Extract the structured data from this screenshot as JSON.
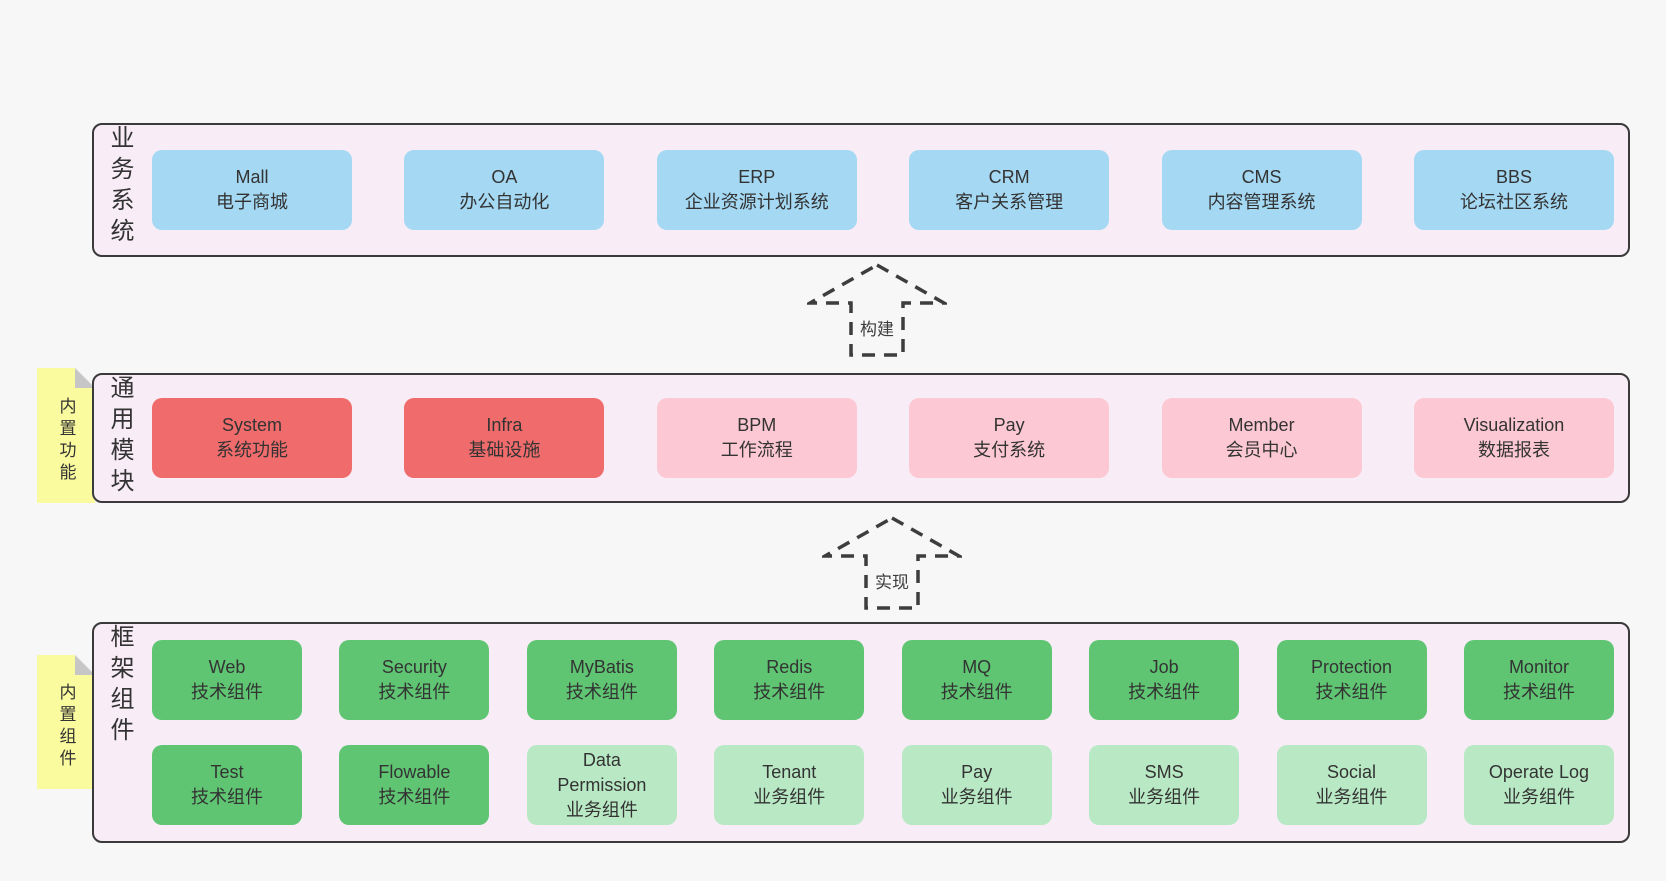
{
  "colors": {
    "page_bg": "#f7f7f7",
    "band_bg": "#f8edf6",
    "band_border": "#3a3a3a",
    "blue_box": "#a4d8f3",
    "red_box": "#f06b6b",
    "pink_box": "#fcc8d3",
    "green_dark_box": "#5fc573",
    "green_light_box": "#b9e9c4",
    "note_yellow": "#fafa9e",
    "text": "#333333",
    "arrow_stroke": "#3d3d3d"
  },
  "arrows": [
    {
      "label": "构建"
    },
    {
      "label": "实现"
    }
  ],
  "bands": [
    {
      "label": "业务系统",
      "items": [
        {
          "name": "Mall",
          "sub": "电子商城"
        },
        {
          "name": "OA",
          "sub": "办公自动化"
        },
        {
          "name": "ERP",
          "sub": "企业资源计划系统"
        },
        {
          "name": "CRM",
          "sub": "客户关系管理"
        },
        {
          "name": "CMS",
          "sub": "内容管理系统"
        },
        {
          "name": "BBS",
          "sub": "论坛社区系统"
        }
      ]
    },
    {
      "label": "通用模块",
      "note": "内置功能",
      "items": [
        {
          "name": "System",
          "sub": "系统功能"
        },
        {
          "name": "Infra",
          "sub": "基础设施"
        },
        {
          "name": "BPM",
          "sub": "工作流程"
        },
        {
          "name": "Pay",
          "sub": "支付系统"
        },
        {
          "name": "Member",
          "sub": "会员中心"
        },
        {
          "name": "Visualization",
          "sub": "数据报表"
        }
      ]
    },
    {
      "label": "框架组件",
      "note": "内置组件",
      "rows": [
        [
          {
            "name": "Web",
            "sub": "技术组件"
          },
          {
            "name": "Security",
            "sub": "技术组件"
          },
          {
            "name": "MyBatis",
            "sub": "技术组件"
          },
          {
            "name": "Redis",
            "sub": "技术组件"
          },
          {
            "name": "MQ",
            "sub": "技术组件"
          },
          {
            "name": "Job",
            "sub": "技术组件"
          },
          {
            "name": "Protection",
            "sub": "技术组件"
          },
          {
            "name": "Monitor",
            "sub": "技术组件"
          }
        ],
        [
          {
            "name": "Test",
            "sub": "技术组件"
          },
          {
            "name": "Flowable",
            "sub": "技术组件"
          },
          {
            "name": "Data Permission",
            "sub": "业务组件"
          },
          {
            "name": "Tenant",
            "sub": "业务组件"
          },
          {
            "name": "Pay",
            "sub": "业务组件"
          },
          {
            "name": "SMS",
            "sub": "业务组件"
          },
          {
            "name": "Social",
            "sub": "业务组件"
          },
          {
            "name": "Operate Log",
            "sub": "业务组件"
          }
        ]
      ]
    }
  ]
}
